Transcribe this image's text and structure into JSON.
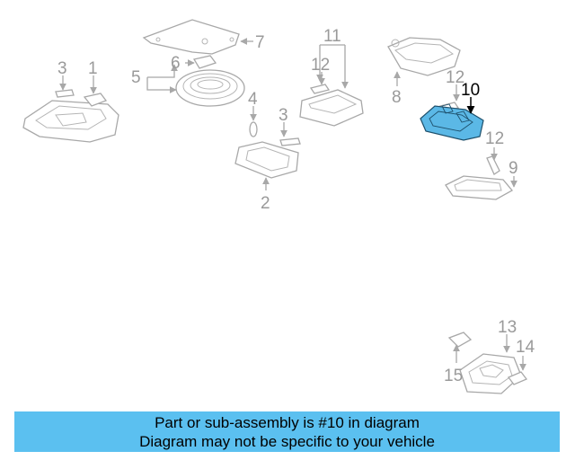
{
  "callouts": {
    "n1": "1",
    "n2": "2",
    "n3a": "3",
    "n3b": "3",
    "n4": "4",
    "n5": "5",
    "n6": "6",
    "n7": "7",
    "n8": "8",
    "n9": "9",
    "n10": "10",
    "n11": "11",
    "n12a": "12",
    "n12b": "12",
    "n12c": "12",
    "n13": "13",
    "n14": "14",
    "n15": "15"
  },
  "highlighted_part": "10",
  "colors": {
    "highlight_fill": "#5bb8e6",
    "banner_bg": "#5bc0f0",
    "line_gray": "#a8a8a8"
  },
  "banner": {
    "line1": "Part or sub-assembly is #10 in diagram",
    "line2": "Diagram may not be specific to your vehicle"
  }
}
